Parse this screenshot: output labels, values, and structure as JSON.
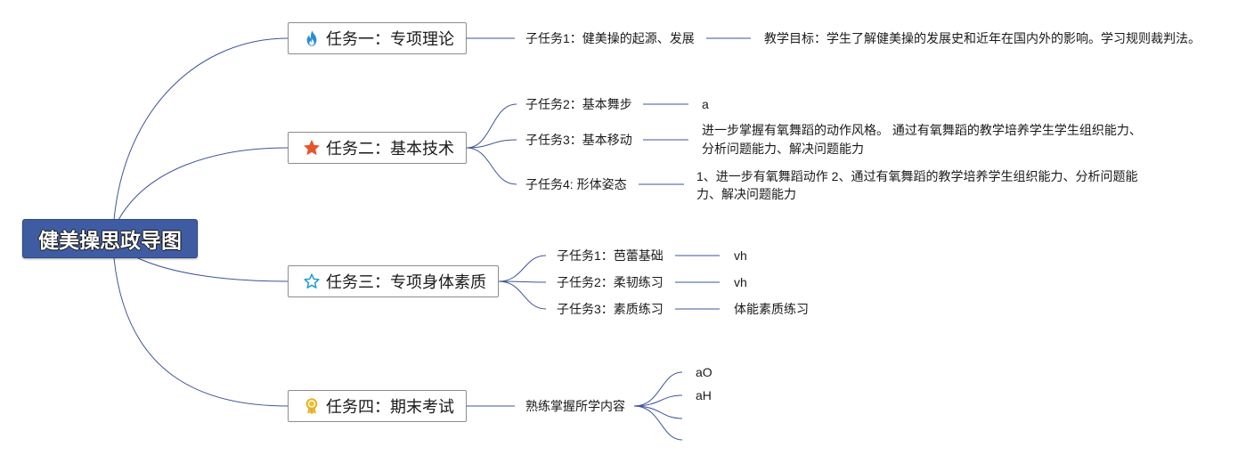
{
  "root": {
    "title": "健美操思政导图"
  },
  "tasks": [
    {
      "title": "任务一：专项理论",
      "icon": "flame-icon",
      "subtasks": [
        {
          "label": "子任务1：健美操的起源、发展",
          "detail": [
            "教学目标：学生了解健美操的发展史和近年在国内外的影响。学习规则裁判法。"
          ]
        }
      ]
    },
    {
      "title": "任务二：基本技术",
      "icon": "star-filled-icon",
      "subtasks": [
        {
          "label": "子任务2：基本舞步",
          "detail": [
            "a"
          ]
        },
        {
          "label": "子任务3：基本移动",
          "detail": [
            "进一步掌握有氧舞蹈的动作风格。 通过有氧舞蹈的教学培养学生学生组织能力、",
            "分析问题能力、解决问题能力"
          ]
        },
        {
          "label": "子任务4: 形体姿态",
          "detail": [
            "1、进一步有氧舞蹈动作 2、通过有氧舞蹈的教学培养学生组织能力、分析问题能",
            "力、解决问题能力"
          ]
        }
      ]
    },
    {
      "title": "任务三：专项身体素质",
      "icon": "star-outline-icon",
      "subtasks": [
        {
          "label": "子任务1：芭蕾基础",
          "detail": [
            "vh"
          ]
        },
        {
          "label": "子任务2：柔韧练习",
          "detail": [
            "vh"
          ]
        },
        {
          "label": "子任务3：素质练习",
          "detail": [
            "体能素质练习"
          ]
        }
      ]
    },
    {
      "title": "任务四：期末考试",
      "icon": "award-ribbon-icon",
      "subtasks": [
        {
          "label": "熟练掌握所学内容",
          "children": [
            "aO",
            "aH"
          ]
        }
      ]
    }
  ],
  "colors": {
    "root_fill": "#3f5ca3",
    "connector": "#3d5598",
    "flame": "#2b8cd9",
    "star_filled": "#e4572e",
    "star_outline": "#1e9bd7",
    "award": "#efbd2b"
  }
}
